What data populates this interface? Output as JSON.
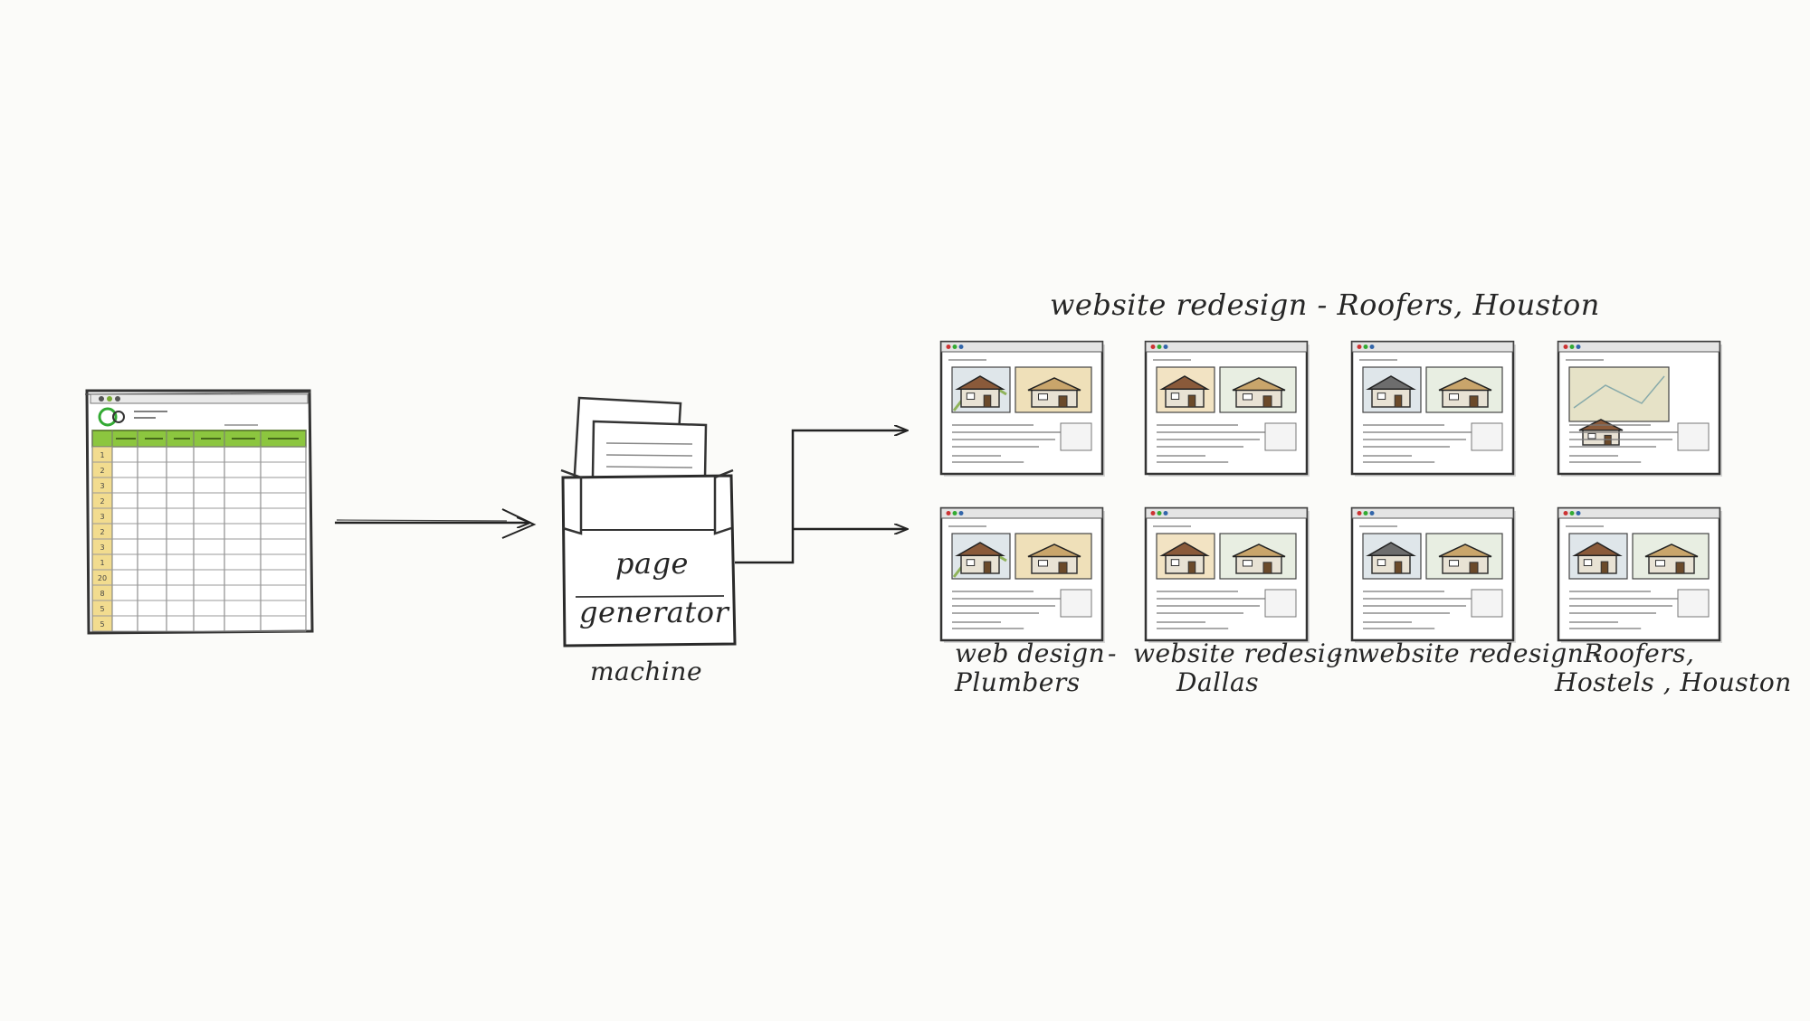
{
  "machine": {
    "line1": "page",
    "line2": "generator",
    "caption": "machine"
  },
  "top_caption": "website redesign - Roofers, Houston",
  "bottom_captions": [
    {
      "line1": "web design",
      "line2": "Plumbers"
    },
    {
      "sep": "-",
      "line1": "website redesign",
      "line2": "Dallas"
    },
    {
      "sep": "-",
      "line1": "website redesign -",
      "line2": ""
    },
    {
      "line1": "Roofers,",
      "line2": "Hostels ,  Houston"
    }
  ],
  "spreadsheet": {
    "row_numbers": [
      "1",
      "2",
      "3",
      "2",
      "3",
      "2",
      "3",
      "1",
      "20",
      "8",
      "5",
      "5"
    ],
    "header_color": "#8cc63f",
    "rownum_color": "#f2dc8f"
  },
  "colors": {
    "ink": "#262626",
    "roof": "#8a5a3a",
    "wood": "#c9a56b",
    "map": "#e6e2c7",
    "grass": "#8fb35a"
  }
}
